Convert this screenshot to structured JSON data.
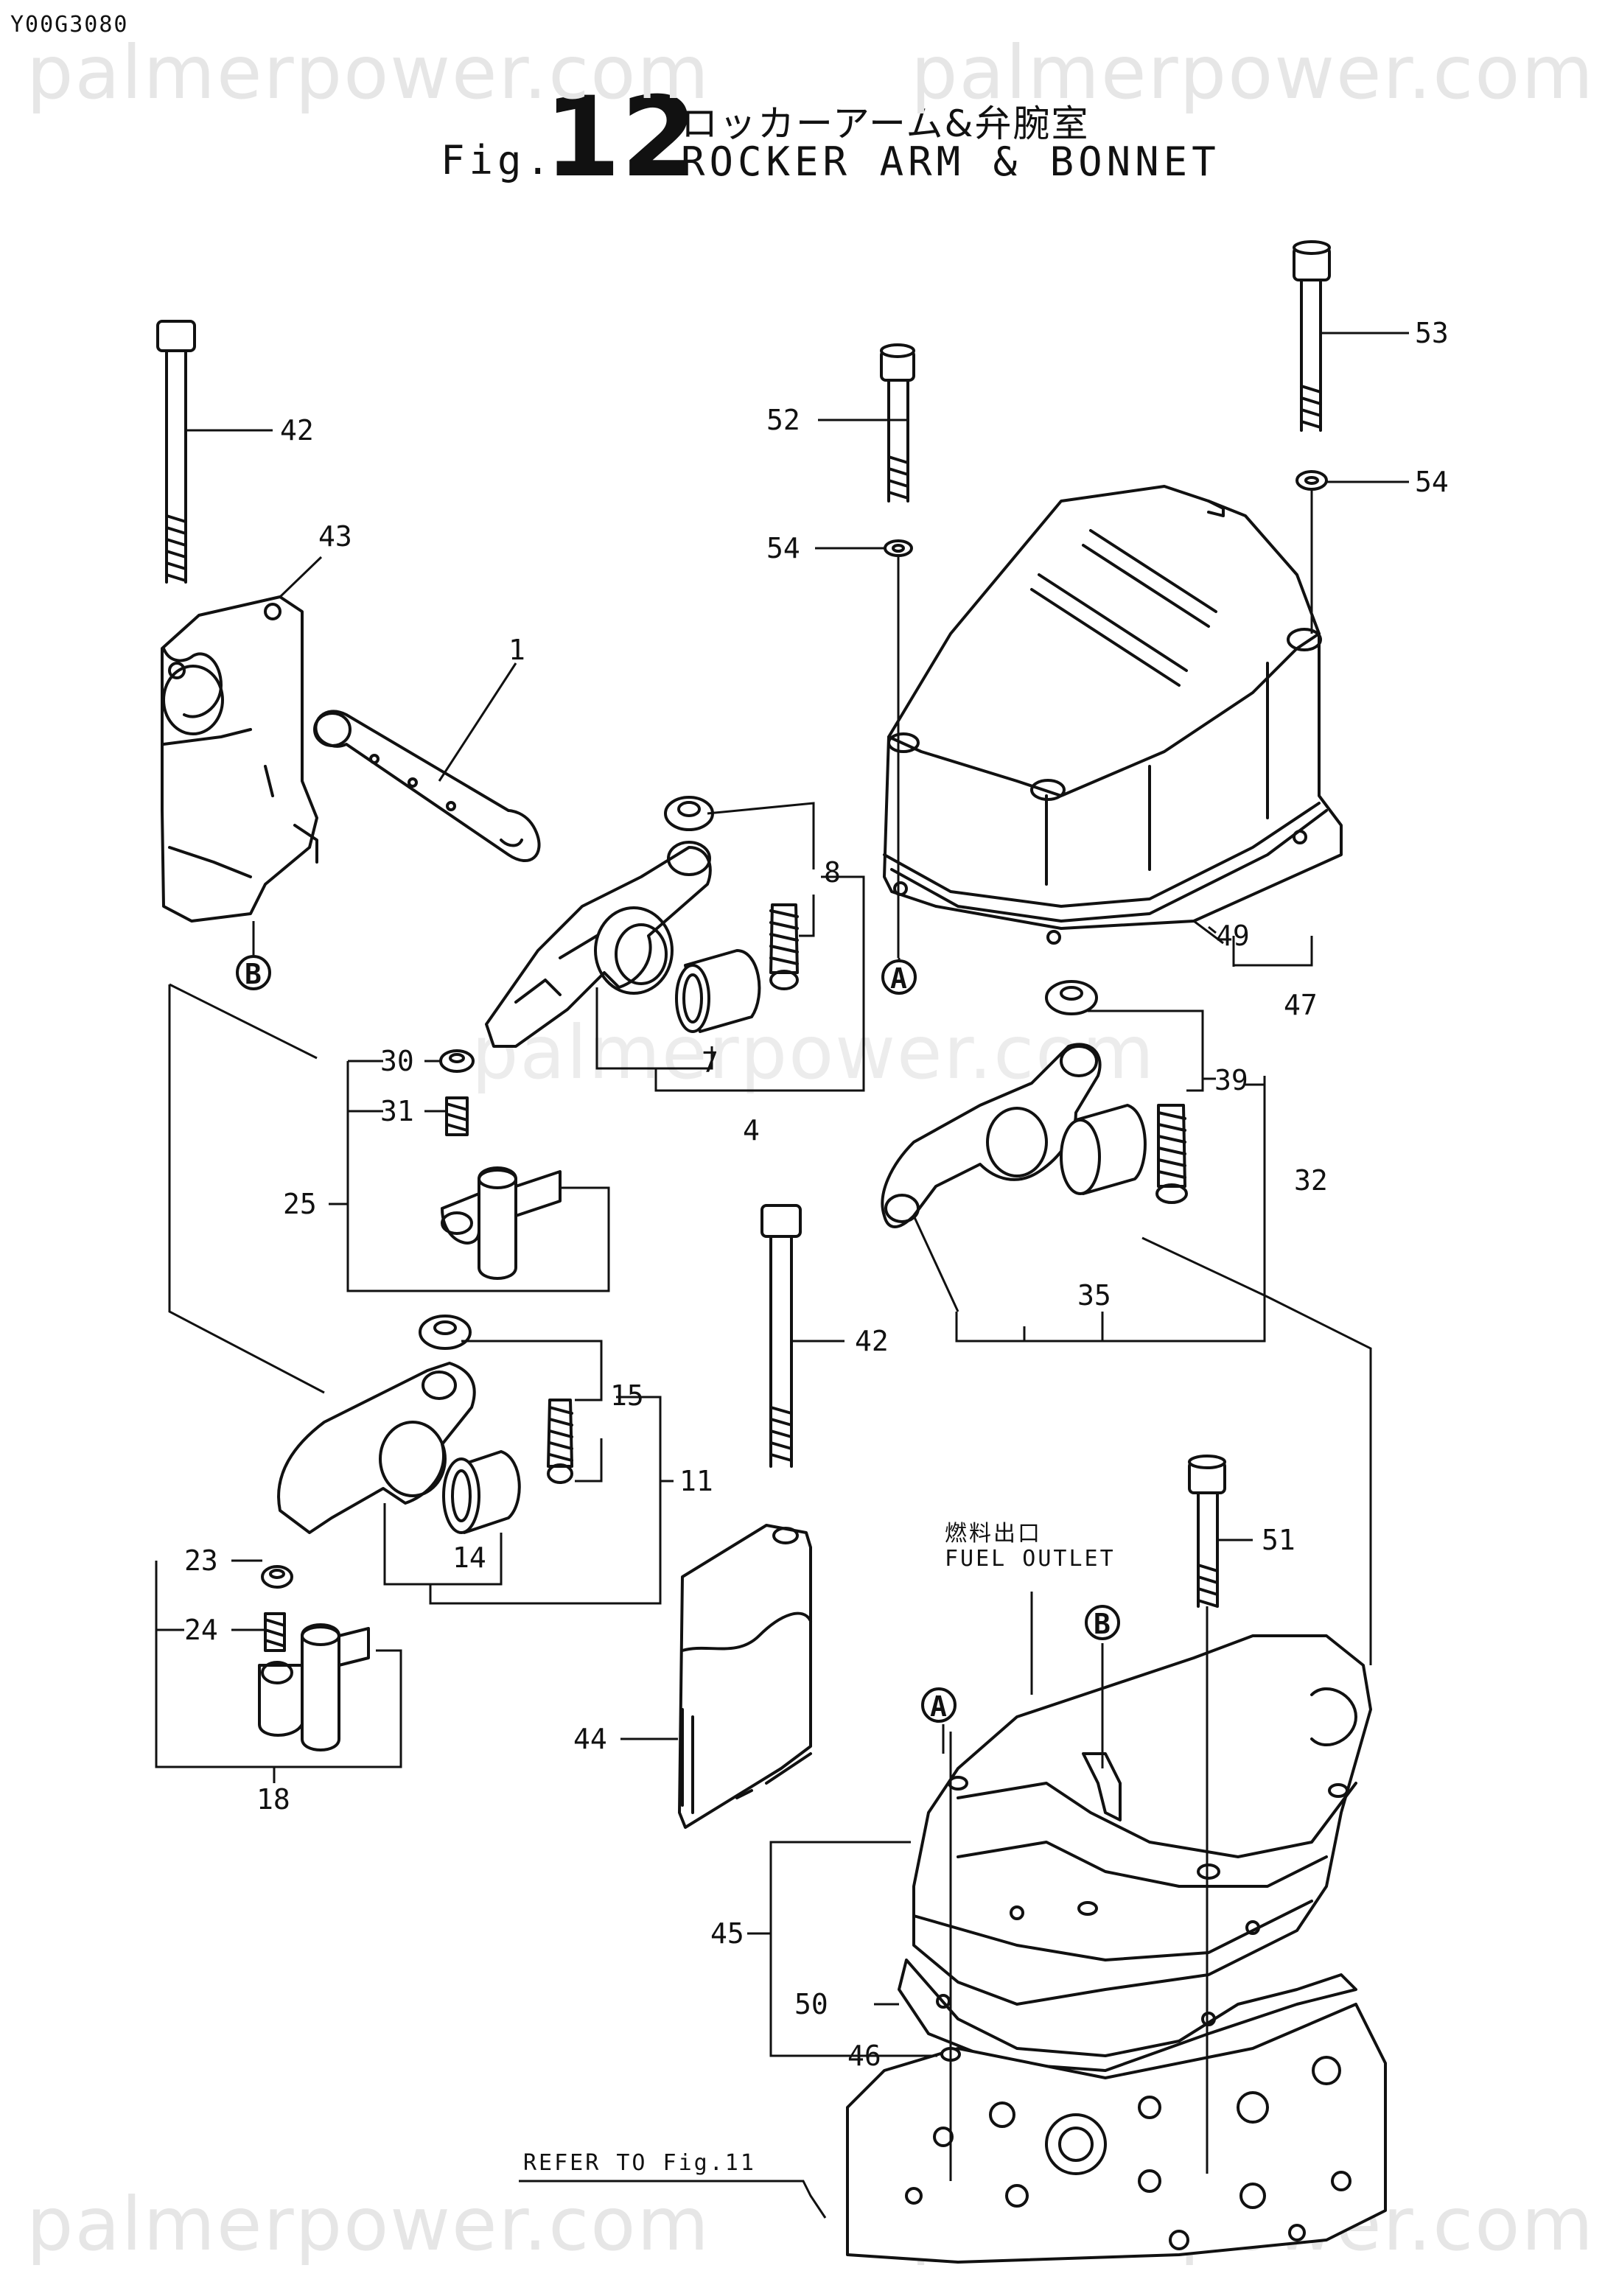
{
  "header": {
    "code": "Y00G3080",
    "fig_prefix": "Fig.",
    "fig_number": "12",
    "title_jp": "ロッカーアーム&弁腕室",
    "title_en": "ROCKER ARM & BONNET"
  },
  "watermarks": {
    "top_left": "palmerpower.com",
    "top_right": "palmerpower.com",
    "center": "palmerpower.com",
    "bottom_left": "palmerpower.com",
    "bottom_right": "palmerpower.com"
  },
  "notes": {
    "fuel_outlet_jp": "燃料出口",
    "fuel_outlet_en": "FUEL OUTLET",
    "refer": "REFER TO Fig.11"
  },
  "markers": {
    "a1": "A",
    "a2": "A",
    "b1": "B",
    "b2": "B"
  },
  "callouts": {
    "c42a": "42",
    "c43": "43",
    "c1": "1",
    "c52": "52",
    "c53": "53",
    "c54a": "54",
    "c54b": "54",
    "c8": "8",
    "c49": "49",
    "c47": "47",
    "c30": "30",
    "c31": "31",
    "c25": "25",
    "c7": "7",
    "c4": "4",
    "c39": "39",
    "c32": "32",
    "c35": "35",
    "c42b": "42",
    "c15": "15",
    "c11": "11",
    "c14": "14",
    "c23": "23",
    "c24": "24",
    "c18": "18",
    "c51": "51",
    "c44": "44",
    "c45": "45",
    "c50": "50",
    "c46": "46"
  }
}
